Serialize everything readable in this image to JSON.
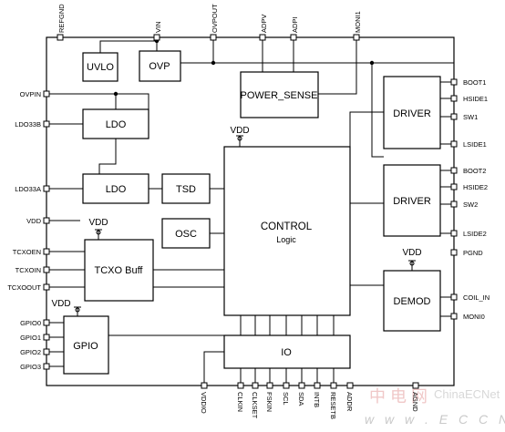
{
  "blocks": {
    "uvlo": "UVLO",
    "ovp": "OVP",
    "power_sense": "POWER_SENSE",
    "ldo1": "LDO",
    "ldo2": "LDO",
    "tsd": "TSD",
    "osc": "OSC",
    "control": "CONTROL",
    "control_sub": "Logic",
    "driver1": "DRIVER",
    "driver2": "DRIVER",
    "demod": "DEMOD",
    "tcxo": "TCXO Buff",
    "gpio": "GPIO",
    "io": "IO"
  },
  "supply_labels": {
    "vdd_control": "VDD",
    "vdd_tcxo": "VDD",
    "vdd_gpio": "VDD",
    "vdd_demod": "VDD"
  },
  "pins": {
    "top": [
      "REFGND",
      "VIN",
      "OVPOUT",
      "ADPV",
      "ADPI",
      "MONI1"
    ],
    "left": [
      "OVPIN",
      "LDO33B",
      "LDO33A",
      "VDD",
      "TCXOEN",
      "TCXOIN",
      "TCXOOUT",
      "GPIO0",
      "GPIO1",
      "GPIO2",
      "GPIO3"
    ],
    "right": [
      "BOOT1",
      "HSIDE1",
      "SW1",
      "LSIDE1",
      "BOOT2",
      "HSIDE2",
      "SW2",
      "LSIDE2",
      "PGND",
      "COIL_IN",
      "MONI0"
    ],
    "bottom": [
      "VDDIO",
      "CLKIN",
      "CLKSET",
      "FSKIN",
      "SCL",
      "SDA",
      "INTB",
      "RESETB",
      "ADDR",
      "AGND"
    ]
  },
  "watermark": {
    "brand": "ChinaECNet",
    "site": "w w w . E C C N . c o m",
    "cn": "中 电 网"
  }
}
